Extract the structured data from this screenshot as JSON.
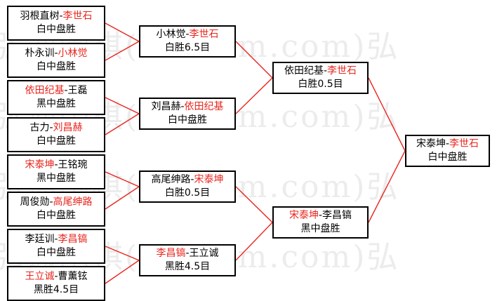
{
  "watermark": "弘通围棋(hootom.com)弘",
  "colors": {
    "winner": "#e8261e",
    "line": "#e8261e",
    "border": "#000000"
  },
  "matches": [
    {
      "id": "r1m1",
      "p1": "羽根直树",
      "p2": "李世石",
      "winner": 2,
      "result": "白中盘胜"
    },
    {
      "id": "r1m2",
      "p1": "朴永训",
      "p2": "小林觉",
      "winner": 2,
      "result": "白中盘胜"
    },
    {
      "id": "r1m3",
      "p1": "依田纪基",
      "p2": "王磊",
      "winner": 1,
      "result": "黑中盘胜"
    },
    {
      "id": "r1m4",
      "p1": "古力",
      "p2": "刘昌赫",
      "winner": 2,
      "result": "白中盘胜"
    },
    {
      "id": "r1m5",
      "p1": "宋泰坤",
      "p2": "王铭琬",
      "winner": 1,
      "result": "黑中盘胜"
    },
    {
      "id": "r1m6",
      "p1": "周俊勋",
      "p2": "高尾绅路",
      "winner": 2,
      "result": "白中盘胜"
    },
    {
      "id": "r1m7",
      "p1": "李廷训",
      "p2": "李昌镐",
      "winner": 2,
      "result": "白中盘胜"
    },
    {
      "id": "r1m8",
      "p1": "王立诚",
      "p2": "曹薰铉",
      "winner": 1,
      "result": "黑胜4.5目"
    },
    {
      "id": "r2m1",
      "p1": "小林觉",
      "p2": "李世石",
      "winner": 2,
      "result": "白胜6.5目"
    },
    {
      "id": "r2m2",
      "p1": "刘昌赫",
      "p2": "依田纪基",
      "winner": 2,
      "result": "白中盘胜"
    },
    {
      "id": "r2m3",
      "p1": "高尾绅路",
      "p2": "宋泰坤",
      "winner": 2,
      "result": "白胜0.5目"
    },
    {
      "id": "r2m4",
      "p1": "李昌镐",
      "p2": "王立诚",
      "winner": 1,
      "result": "黑胜4.5目"
    },
    {
      "id": "r3m1",
      "p1": "依田纪基",
      "p2": "李世石",
      "winner": 2,
      "result": "白胜0.5目"
    },
    {
      "id": "r3m2",
      "p1": "宋泰坤",
      "p2": "李昌镐",
      "winner": 1,
      "result": "黑中盘胜"
    },
    {
      "id": "final",
      "p1": "宋泰坤",
      "p2": "李世石",
      "winner": 2,
      "result": "白中盘胜"
    }
  ]
}
